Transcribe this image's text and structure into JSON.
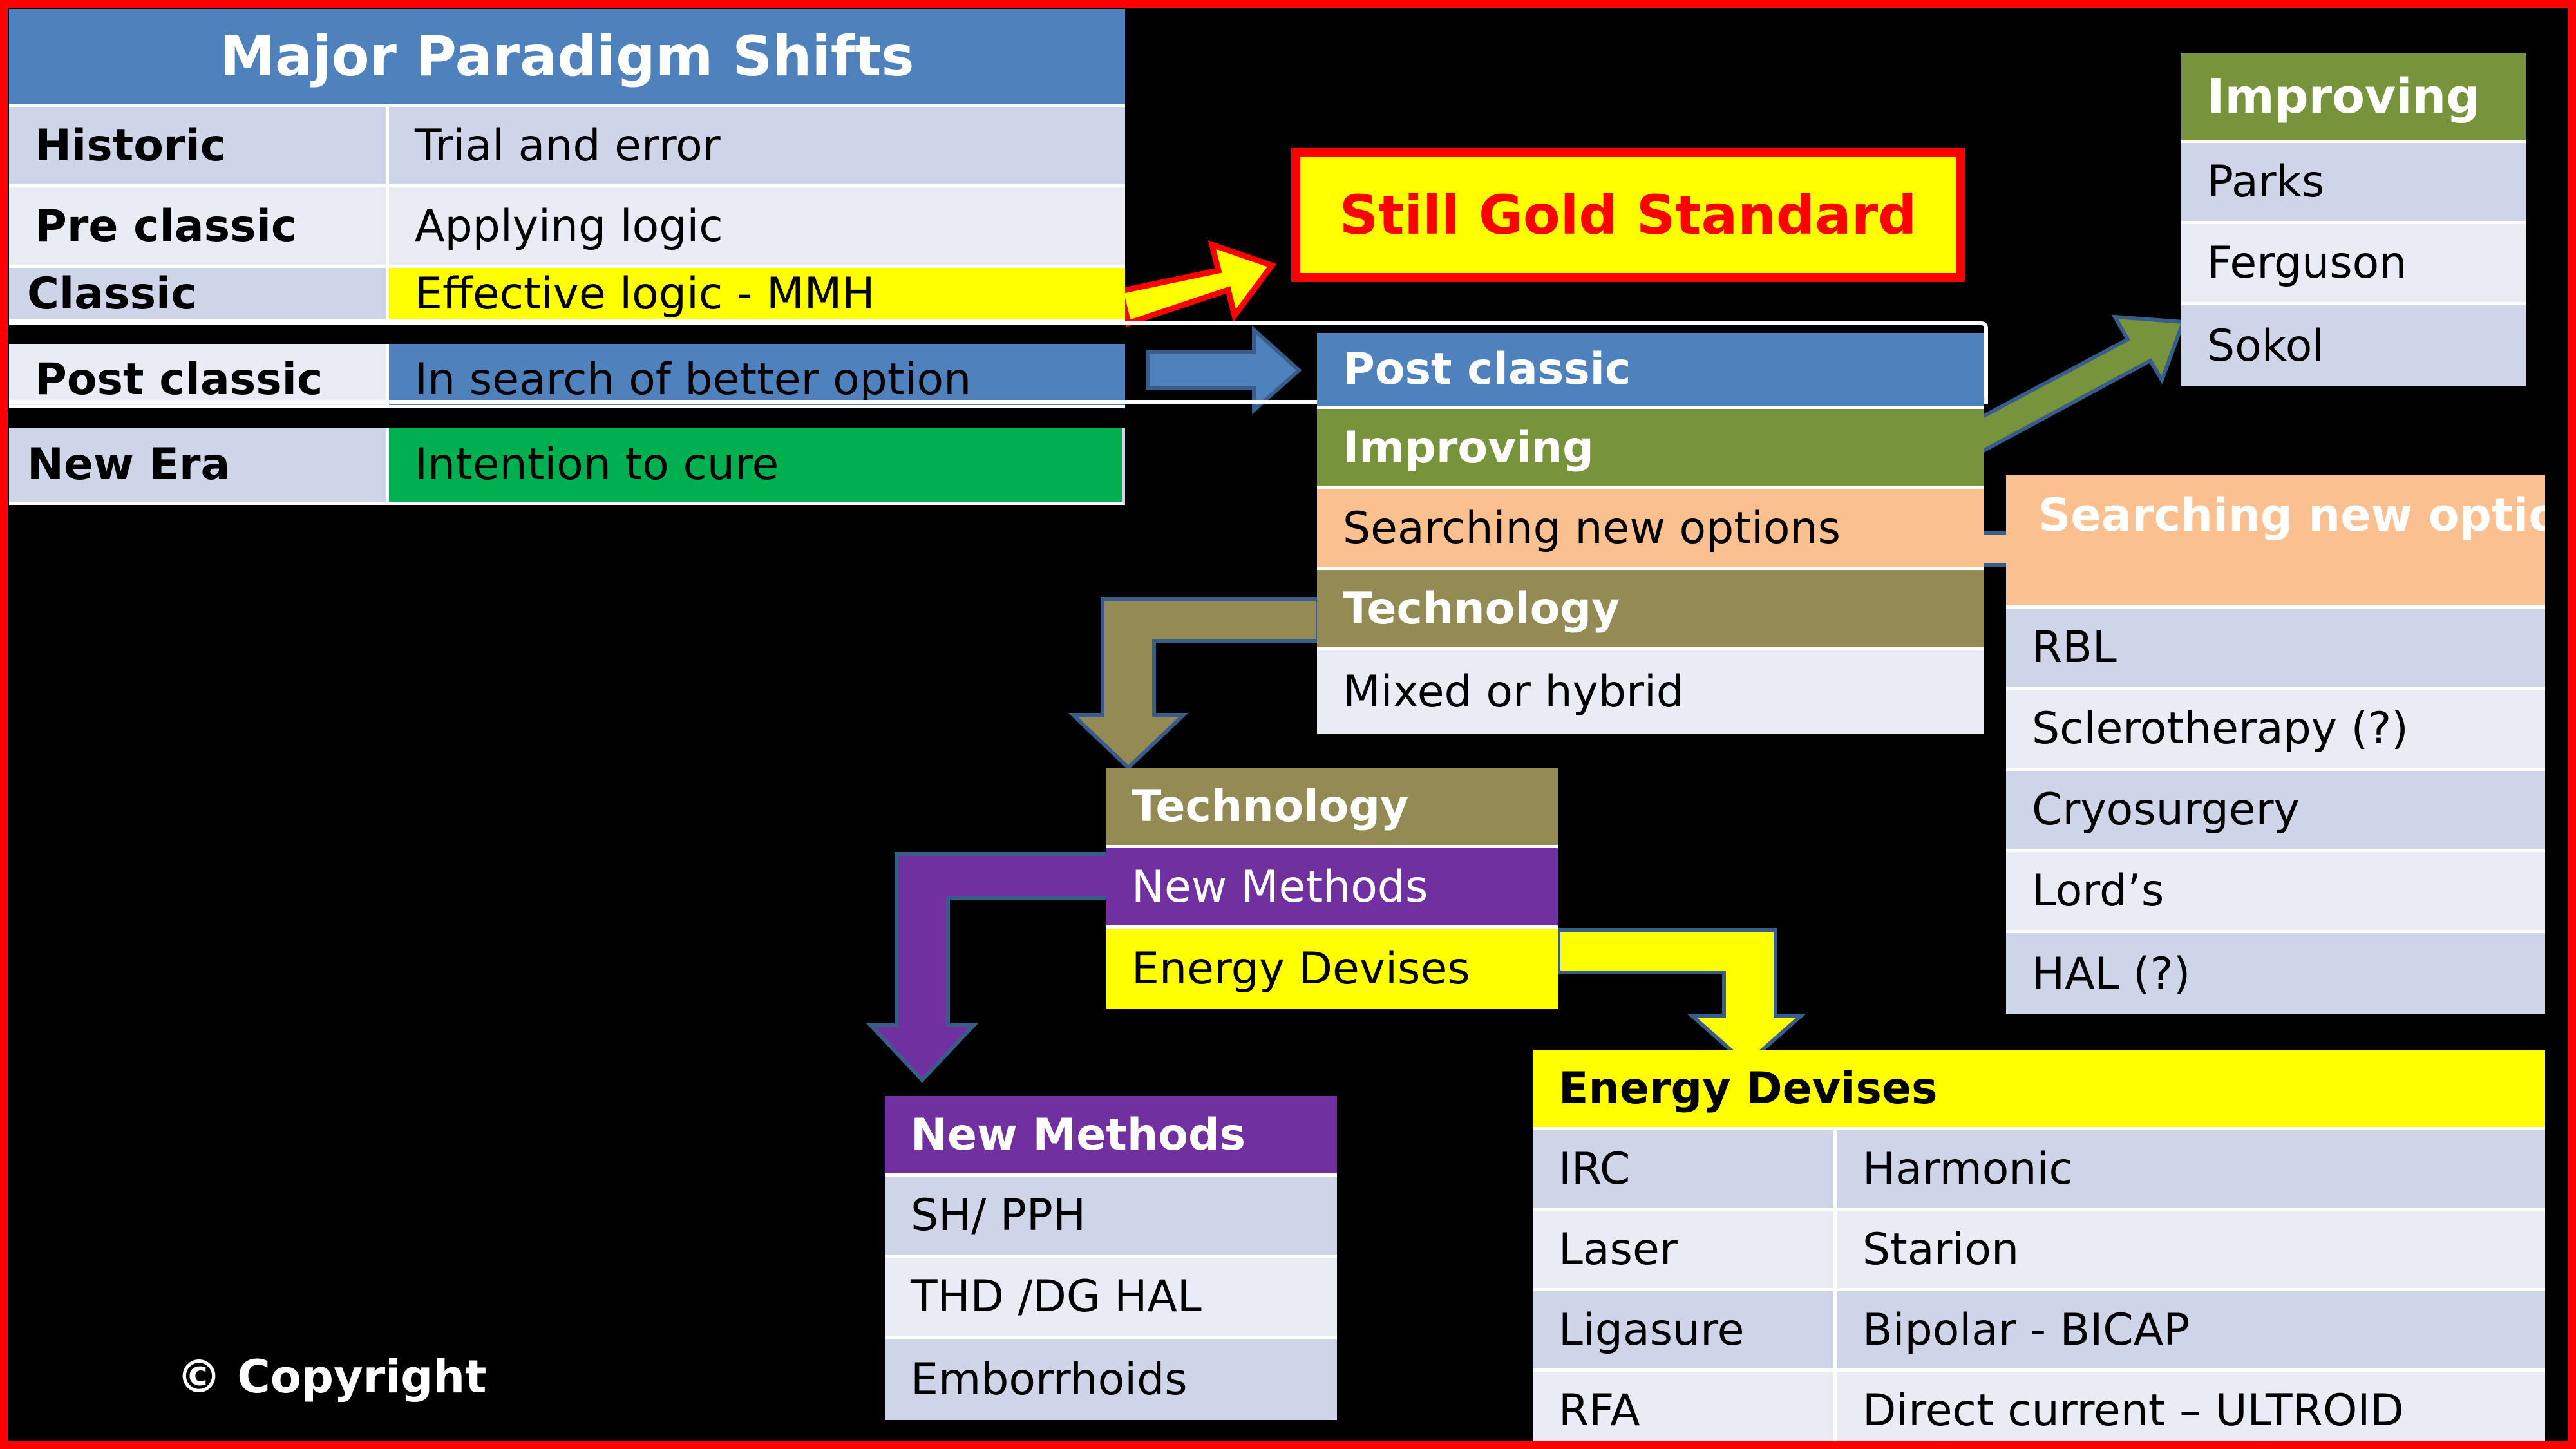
{
  "paradigm": {
    "title": "Major  Paradigm Shifts",
    "rows": [
      {
        "era": "Historic",
        "desc": "Trial and error"
      },
      {
        "era": "Pre classic",
        "desc": "Applying logic"
      },
      {
        "era": "Classic",
        "desc": "Effective logic - MMH"
      },
      {
        "era": "Post classic",
        "desc": "In search of better option"
      },
      {
        "era": "New Era",
        "desc": "Intention to cure"
      }
    ]
  },
  "gold_standard": "Still Gold Standard",
  "post_classic": {
    "items": [
      "Post classic",
      "Improving",
      "Searching new options",
      "Technology",
      "Mixed or hybrid"
    ]
  },
  "improving": {
    "title": "Improving",
    "items": [
      "Parks",
      "Ferguson",
      "Sokol"
    ]
  },
  "searching": {
    "title": "Searching new options",
    "items": [
      "RBL",
      "Sclerotherapy (?)",
      "Cryosurgery",
      "Lord’s",
      "HAL (?)"
    ]
  },
  "technology": {
    "items": [
      "Technology",
      "New Methods",
      "Energy Devises"
    ]
  },
  "new_methods": {
    "title": "New Methods",
    "items": [
      "SH/ PPH",
      "THD /DG HAL",
      "Emborrhoids"
    ]
  },
  "energy": {
    "title": "Energy Devises",
    "rows": [
      {
        "left": "IRC",
        "right": "Harmonic"
      },
      {
        "left": "Laser",
        "right": "Starion"
      },
      {
        "left": "Ligasure",
        "right": "Bipolar - BICAP"
      },
      {
        "left": "RFA",
        "right": "Direct current – ULTROID"
      }
    ]
  },
  "copyright": "©  Copyright",
  "colors": {
    "blue": "#4f81bd",
    "olive_green": "#77933c",
    "peach": "#fac090",
    "khaki": "#948a54",
    "purple": "#7030a0",
    "yellow": "#ffff00",
    "green": "#00b050",
    "red": "#ff0000"
  }
}
